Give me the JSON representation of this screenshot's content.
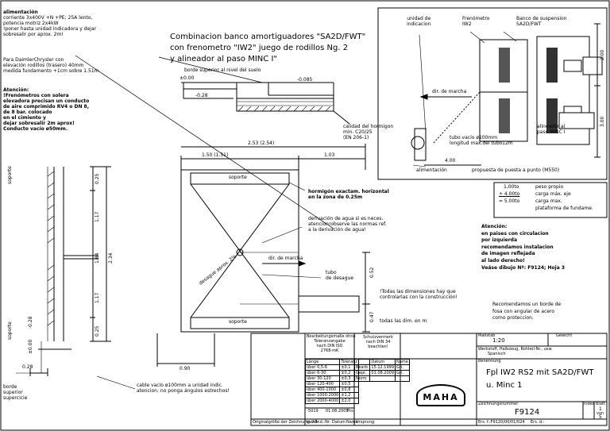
{
  "notes_top_left": {
    "alimentacion_title": "alimentación",
    "alimentacion_lines": [
      "corriente 3x400V +N +PE; 25A lento,",
      "potencia motriz 2x4kW",
      "!poner hasta unidad indicadora y dejar",
      "sobresalir por aprox. 2m!"
    ],
    "daimler_lines": [
      "Para DaimlerChrysler con",
      "elevación rodillos (trasero) 40mm",
      "medida fundamento +1cm sobre 1.51m."
    ],
    "atencion_title": "Atención:",
    "atencion_lines": [
      "!Frenómetros con solera",
      "elevadora precisan un conducto",
      "de aire comprimido RV4 o DN 8,",
      "de 8 bar. colocado",
      "en el cimiento y",
      "dejar sobresalir 2m aprox!",
      "Conducto vacío ø50mm."
    ]
  },
  "main_title": [
    "Combinacion banco amortiguadores \"SA2D/FWT\"",
    "con frenometro \"IW2\" juego de rodillos Ng. 2",
    "y alineador al paso MINC I\""
  ],
  "section": {
    "borde_label": "borde superior al nivel del suelo",
    "pm000": "±0.00",
    "m028": "-0.28",
    "m0085": "-0.085",
    "calidad": [
      "calidad del hormigon",
      "min. C20/25",
      "(EN 206-1)"
    ]
  },
  "plan_dims": {
    "d150": "1.50 (1.51)",
    "d253": "2.53 (2.54)",
    "d103": "1.03",
    "soporte_top": "soporte",
    "soporte_bottom": "soporte",
    "desague_slope": "desague aprox. 2%",
    "tubo_desague": [
      "tubo",
      "de desague"
    ],
    "dir_marcha": "dir. de marcha",
    "d052": "0.52",
    "d047": "0.47",
    "d090": "0.90"
  },
  "side_section": {
    "soporte_top": "soporte",
    "soporte_bottom": "soporte",
    "d025a": "0.25",
    "d117a": "1.17",
    "d184": "1.84",
    "d234": "2.34",
    "d117b": "1.17",
    "d025b": "0.25",
    "m028": "-0.28",
    "pm000": "±0.00",
    "d028": "0.28",
    "borde_lines": [
      "borde",
      "superior",
      "supercicie"
    ]
  },
  "middle_notes": {
    "hormigon": [
      "hormigón exactam. horizontal",
      "en la zona de 0.25m"
    ],
    "derivacion": [
      "derivación de agua si es neces.",
      "atencion!observe las normas ref.",
      "a la derivación de agua!"
    ],
    "todas_dim": [
      "!Todas las dimensiones hay que",
      "controlarlas con la construcción!"
    ],
    "todas_cm": "todas las dim. en m",
    "cable_vacio": [
      "cable vacío ø100mm a unidad indic.",
      "atencion: no ponga ángulos estrechos!"
    ]
  },
  "inset": {
    "unidad": [
      "unidad de",
      "indicacion"
    ],
    "frenometro": [
      "Frenómetro",
      "IW2"
    ],
    "banco": [
      "Banco de suspension",
      "SA2D/FWT"
    ],
    "d200": "2.00",
    "d300": "3.00",
    "dir_marcha": "dir. de marcha",
    "tubo_vacio": [
      "tubo vacío ø100mm",
      "longitud max.del tubo12m"
    ],
    "alineador": [
      "alineador al",
      "paso MINC I"
    ],
    "d400": "4.00",
    "alimentacion": "alimentación",
    "propuesta": "propuesta de puesta a punto (M550)"
  },
  "loads": [
    {
      "val": "1,00to",
      "desc": [
        "peso propio"
      ]
    },
    {
      "val": "+ 4.00to",
      "desc": [
        "carga máx. eje"
      ]
    },
    {
      "val": "= 5.00to",
      "desc": [
        "carga max.",
        "plataforma de fundame."
      ]
    }
  ],
  "atencion_right": [
    "Atención:",
    "en paises con circulacion",
    "por izquierda",
    "recomendamos instalacion",
    "de imagen reflejada",
    "al lado derecho!",
    "Veáse dibujo Nº: F9124; Hoja 3"
  ],
  "recomendamos": [
    "Recomendamos un borde de",
    "fosa con angular de acero",
    "como proteccion."
  ],
  "title_block": {
    "tol_head": [
      "Bearbeitungsmaße ohne",
      "Toleranzangabe",
      "nach DIN ISO",
      "2768-mK"
    ],
    "tol_cols": [
      "Länge",
      "Toleranz"
    ],
    "tol_rows": [
      [
        "über 0,5-6",
        "±0,1"
      ],
      [
        "über 6-30",
        "±0,2"
      ],
      [
        "über 30-120",
        "±0,3"
      ],
      [
        "über 120-400",
        "±0,5"
      ],
      [
        "über 400-1000",
        "±0,8"
      ],
      [
        "über 1000-2000",
        "±1,2"
      ],
      [
        "über 2000-4000",
        "±2,0"
      ]
    ],
    "schutz": [
      "Schutzvermerk",
      "nach DIN 34",
      "beachten!"
    ],
    "datum_cols": [
      "",
      "Datum",
      "Name"
    ],
    "datum_rows": [
      [
        "Bearb.",
        "15.12.1999",
        "Gri."
      ],
      [
        "Gepr.",
        "01.08.2009",
        "Gri."
      ],
      [
        "Norm",
        "",
        ""
      ]
    ],
    "mat_label": "Maßstab",
    "mat_val": "1:20",
    "gewicht": "Gewicht",
    "werkstoff": [
      "Werkstoff, Halbzeug, Rohteil-Nr., usw.",
      "Spanisch"
    ],
    "benennung": "Benennung",
    "title_lines": [
      "Fpl IW2 RS2 mit SA2D/FWT",
      "u. Minc 1"
    ],
    "zeichnungsnr_label": "Zeichnungsnummer",
    "zeichnungsnr": "F9124",
    "index": "Index",
    "blatt": "Blatt",
    "blatt_val": "1",
    "von": "von",
    "von_val": "5",
    "rev": [
      "5019",
      "01.08.2009",
      "Ths."
    ],
    "bottom_row": [
      "Ind.",
      "Änd.-Nr.",
      "Datum",
      "Name",
      "Ursprung:"
    ],
    "ers": "Ers. f.:F9120/00/01/024",
    "ers_d": "Ers. d.:",
    "originalgrosse": "Originalgröße der Zeichnung: A3",
    "logo": "MAHA"
  }
}
